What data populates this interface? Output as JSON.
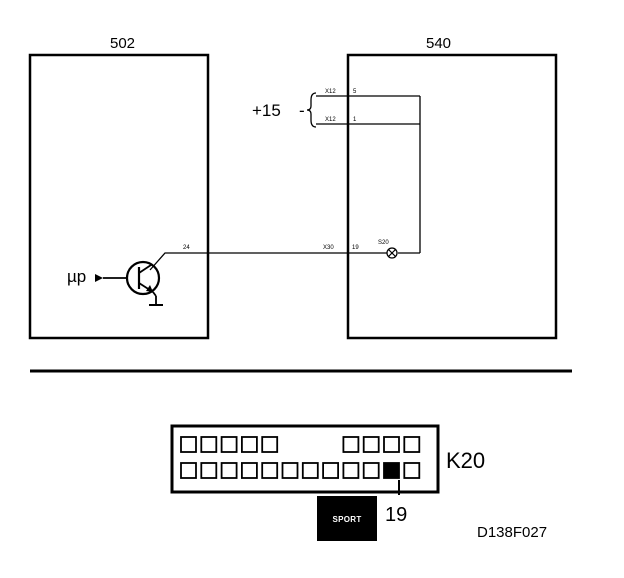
{
  "diagram": {
    "left_box": {
      "label": "502"
    },
    "right_box": {
      "label": "540"
    },
    "supply": {
      "label": "+15",
      "dash": "-",
      "pin_top": {
        "terminal": "X12",
        "pin": "5"
      },
      "pin_bottom": {
        "terminal": "X12",
        "pin": "1"
      }
    },
    "transistor": {
      "input_label": "µp",
      "output_pin": "24"
    },
    "signal": {
      "terminal": "X30",
      "pin": "19",
      "lamp": "S20"
    },
    "connector": {
      "name": "K20",
      "highlighted_pin": "19",
      "top_row_left_count": 5,
      "top_row_right_count": 4,
      "bottom_row_count": 12,
      "highlighted_index": 10
    },
    "sport_badge": {
      "text": "SPORT"
    },
    "figure_code": "D138F027"
  }
}
